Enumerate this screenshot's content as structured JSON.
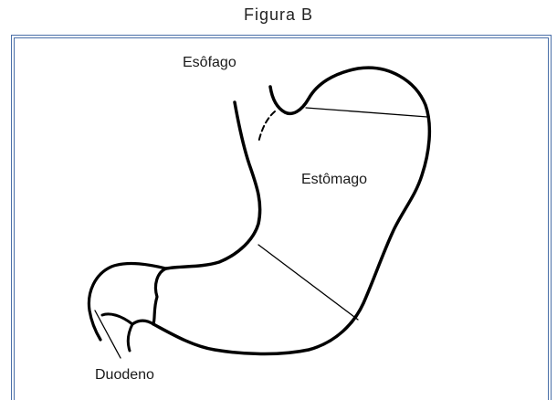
{
  "figure": {
    "title": "Figura B"
  },
  "labels": {
    "esofago": "Esôfago",
    "estomago": "Estômago",
    "duodeno": "Duodeno"
  },
  "colors": {
    "frame_border": "#4a6fa8",
    "outline": "#000000",
    "text": "#1a1a1a"
  }
}
